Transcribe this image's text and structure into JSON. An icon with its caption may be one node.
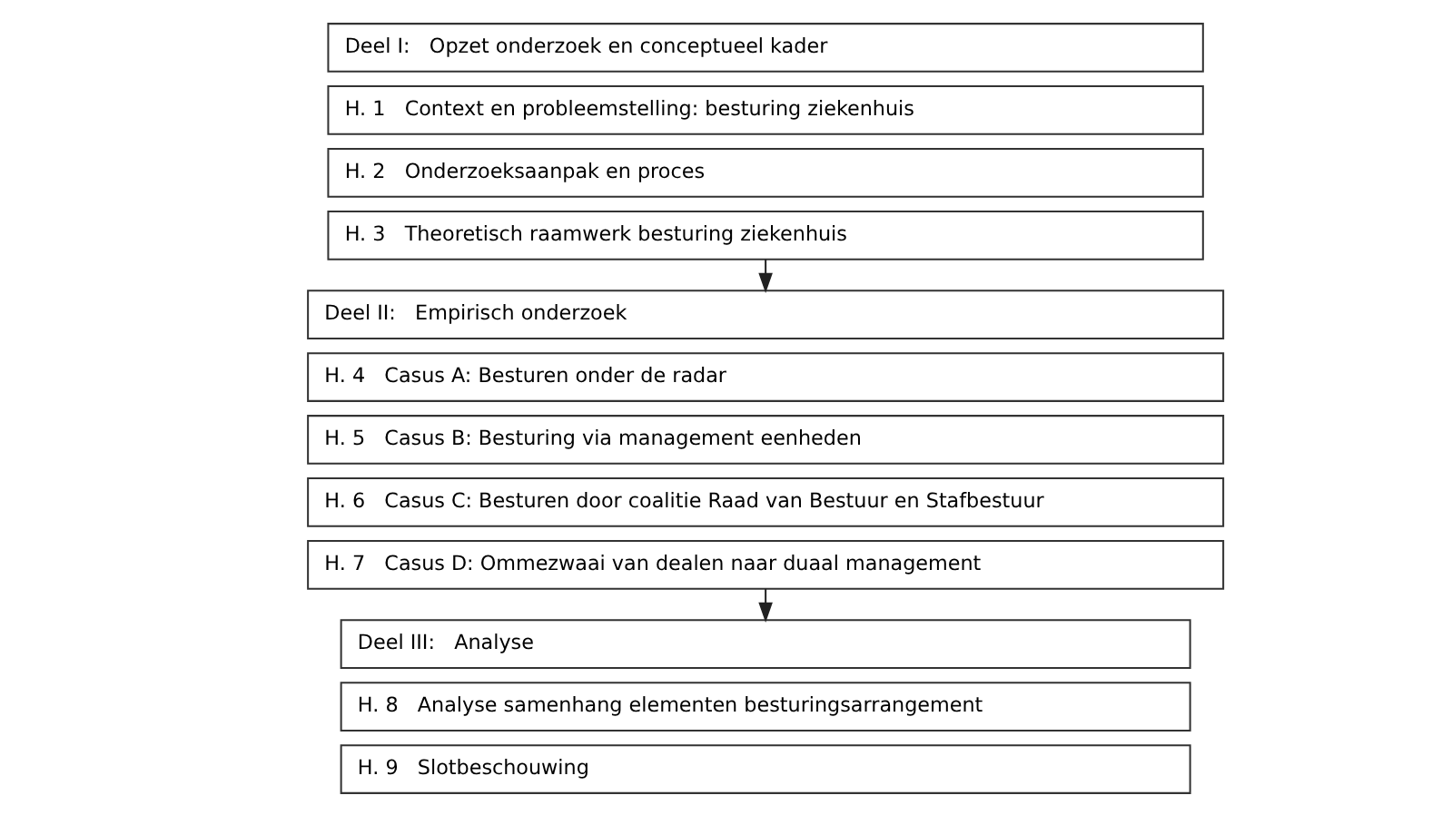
{
  "diagram": {
    "nodes": [
      {
        "text": [
          "Deel I:   Opzet onderzoek en conceptueel kader"
        ]
      },
      {
        "text": [
          "H. 1   Context en probleemstelling: besturing ziekenhuis"
        ]
      },
      {
        "text": [
          "H. 2   Onderzoeksaanpak en proces"
        ]
      },
      {
        "text": [
          "H. 3   Theoretisch raamwerk besturing ziekenhuis"
        ]
      },
      {
        "text": [
          "Deel II:   Empirisch onderzoek"
        ]
      },
      {
        "text": [
          "H. 4   Casus A: Besturen onder de radar"
        ]
      },
      {
        "text": [
          "H. 5   Casus B: Besturing via management eenheden"
        ]
      },
      {
        "text": [
          "H. 6   Casus C: Besturen door coalitie Raad van Bestuur en Stafbestuur"
        ]
      },
      {
        "text": [
          "H. 7   Casus D: Ommezwaai van dealen naar duaal management"
        ]
      },
      {
        "text": [
          "Deel III:   Analyse"
        ]
      },
      {
        "text": [
          "H. 8   Analyse samenhang elementen besturingsarrangement"
        ]
      },
      {
        "text": [
          "H. 9   Slotbeschouwing"
        ]
      }
    ],
    "edges": [
      {
        "from": 3,
        "to": 4,
        "arrow": "to"
      },
      {
        "from": 8,
        "to": 9,
        "arrow": "to"
      }
    ]
  }
}
